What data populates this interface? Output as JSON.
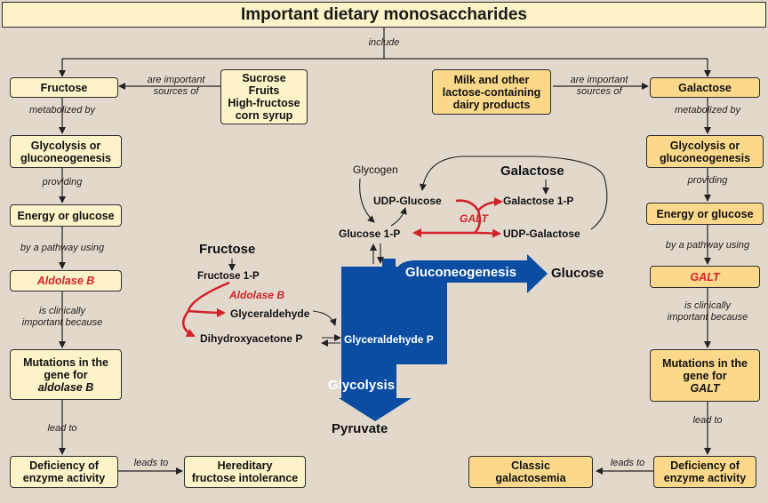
{
  "title": "Important dietary monosaccharides",
  "labels": {
    "include": "include",
    "important_left_1": "are important",
    "important_left_2": "sources  of",
    "important_right_1": "are important",
    "important_right_2": "sources of",
    "metabolized_left": "metabolized by",
    "metabolized_right": "metabolized by",
    "providing_left": "providing",
    "providing_right": "providing",
    "pathway_left": "by a pathway using",
    "pathway_right": "by a pathway using",
    "clinically_left_1": "is clinically",
    "clinically_left_2": "important because",
    "clinically_right_1": "is clinically",
    "clinically_right_2": "important because",
    "leadto_left": "lead to",
    "leadto_right": "lead to",
    "leadsto_left": "leads to",
    "leadsto_right": "leads to"
  },
  "left": {
    "fructose": "Fructose",
    "glyco_1": "Glycolysis or",
    "glyco_2": "gluconeogenesis",
    "energy": "Energy or glucose",
    "enzyme": "Aldolase B",
    "mut_1": "Mutations in the",
    "mut_2": "gene for",
    "mut_3": "aldolase B",
    "def_1": "Deficiency of",
    "def_2": "enzyme activity",
    "disease_1": "Hereditary",
    "disease_2": "fructose intolerance"
  },
  "sources_left": [
    "Sucrose",
    "Fruits",
    "High-fructose",
    "corn syrup"
  ],
  "sources_right": [
    "Milk and other",
    "lactose-containing",
    "dairy products"
  ],
  "right": {
    "galactose": "Galactose",
    "glyco_1": "Glycolysis or",
    "glyco_2": "gluconeogenesis",
    "energy": "Energy or glucose",
    "enzyme": "GALT",
    "mut_1": "Mutations in the",
    "mut_2": "gene for",
    "mut_3": "GALT",
    "def_1": "Deficiency of",
    "def_2": "enzyme activity",
    "disease_1": "Classic",
    "disease_2": "galactosemia"
  },
  "pathway": {
    "fructose": "Fructose",
    "fructose_1p": "Fructose 1-P",
    "aldolase_b": "Aldolase B",
    "glyceraldehyde": "Glyceraldehyde",
    "dhap": "Dihydroxyacetone P",
    "glyceraldehyde_p": "Glyceraldehyde P",
    "glycolysis": "Glycolysis",
    "pyruvate": "Pyruvate",
    "gluconeogenesis": "Gluconeogenesis",
    "glucose": "Glucose",
    "glycogen": "Glycogen",
    "udp_glucose": "UDP-Glucose",
    "glucose_1p": "Glucose 1-P",
    "galactose": "Galactose",
    "galactose_1p": "Galactose 1-P",
    "udp_galactose": "UDP-Galactose",
    "galt": "GALT"
  },
  "colors": {
    "background": "#e2d9cc",
    "box_pale": "#fdf3c8",
    "box_gold": "#fcd98a",
    "pathway_blue": "#0b4da2",
    "enzyme_red": "#d3222a"
  }
}
